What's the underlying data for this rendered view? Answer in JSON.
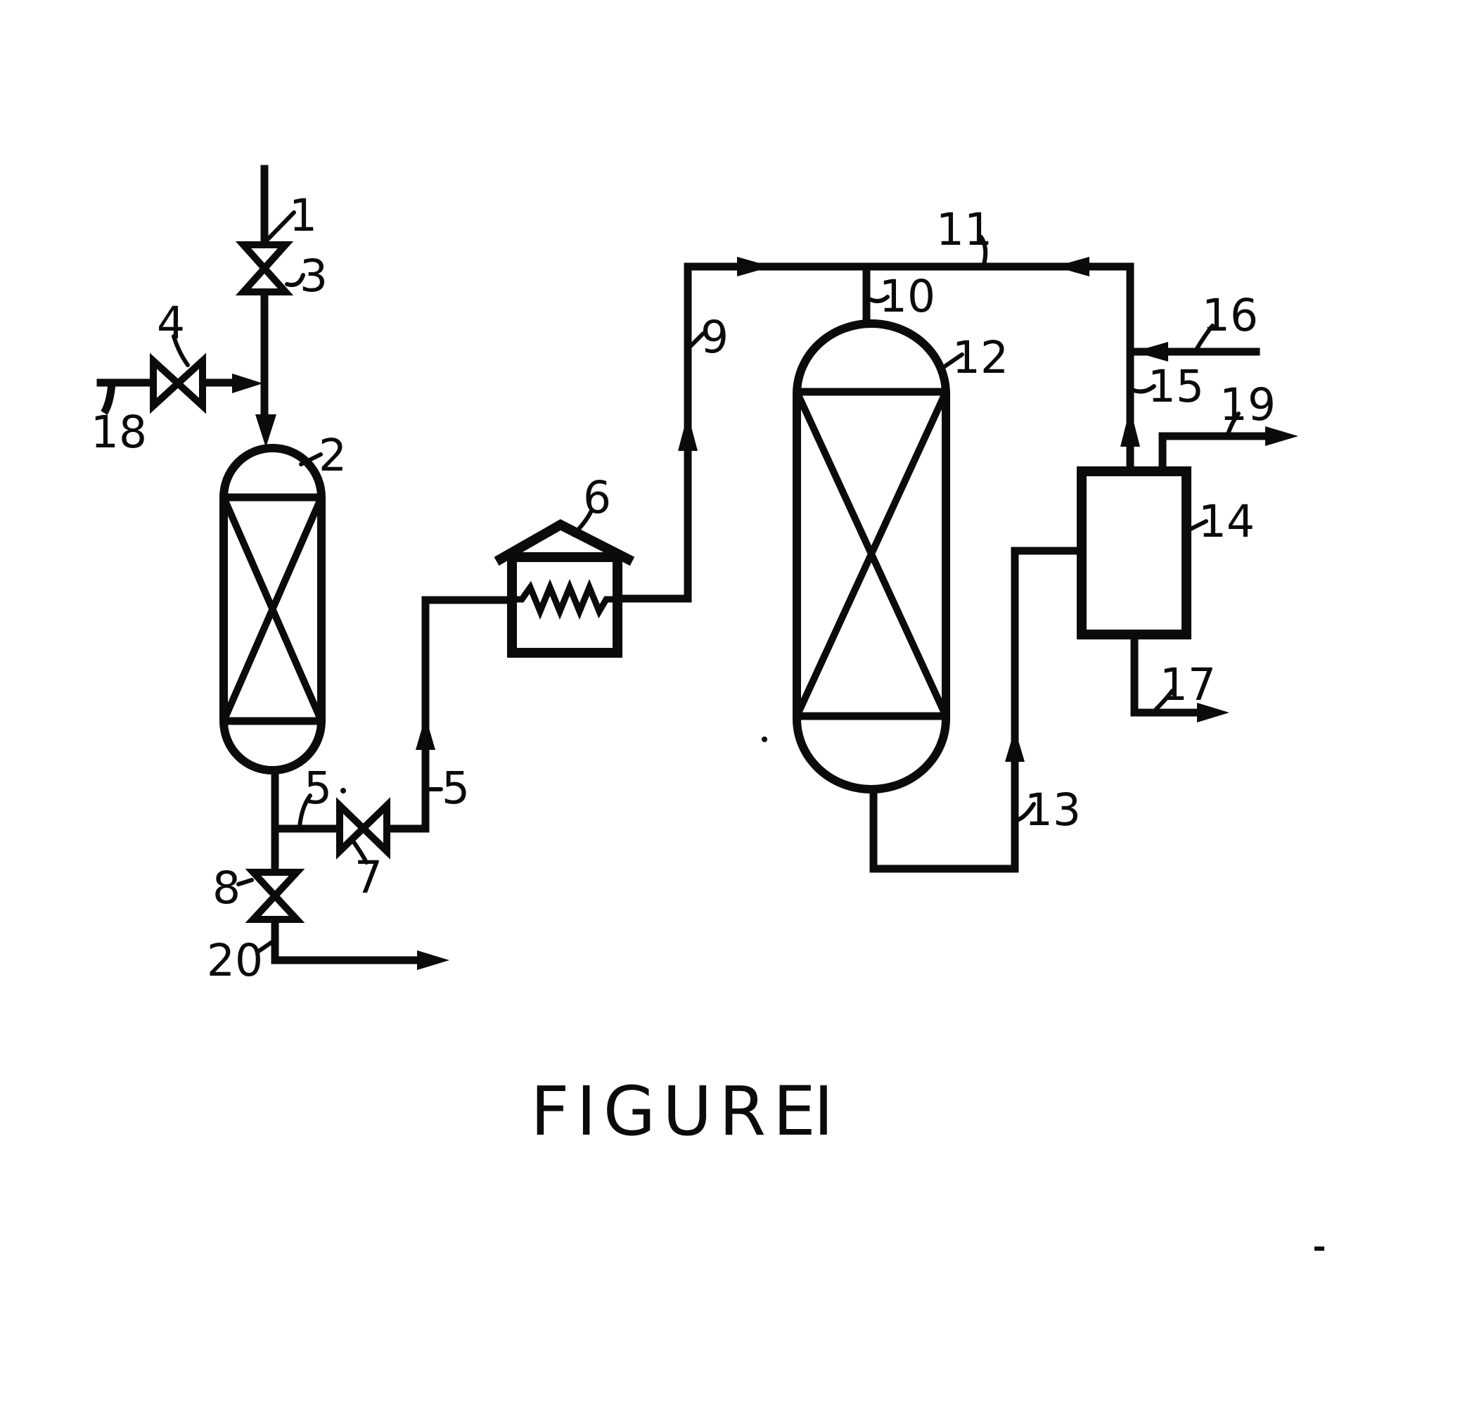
{
  "figure_caption": {
    "word": "FIGURE",
    "numeral": "I"
  },
  "colors": {
    "ink": "#0b0b0b",
    "background": "#ffffff"
  },
  "labels": {
    "1": "1",
    "2": "2",
    "3": "3",
    "4": "4",
    "5": "5",
    "5b": "5",
    "6": "6",
    "7": "7",
    "8": "8",
    "9": "9",
    "10": "10",
    "11": "11",
    "12": "12",
    "13": "13",
    "14": "14",
    "15": "15",
    "16": "16",
    "17": "17",
    "18": "18",
    "19": "19",
    "20": "20"
  }
}
